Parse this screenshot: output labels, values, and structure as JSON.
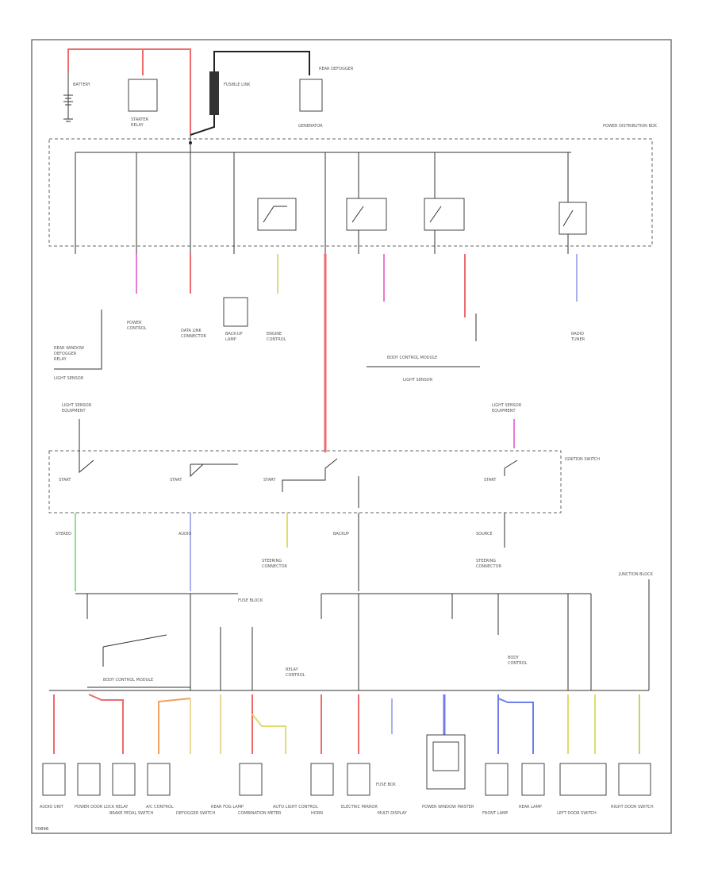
{
  "diagram": {
    "footer_code": "Y0896",
    "top_labels": {
      "battery": "BATTERY",
      "fusible_link": "FUSIBLE LINK",
      "generator": "GENERATOR",
      "engine_fuse_box": "POWER DISTRIBUTION BOX",
      "fuse_panel": "FUSE BOX",
      "ignition_switch": "IGNITION SWITCH",
      "body_control": "BODY CONTROL MODULE",
      "light_sub": "LIGHT SENSOR",
      "junction": "JUNCTION BLOCK"
    },
    "bottom_labels": [
      "AUDIO UNIT",
      "POWER DOOR LOCK RELAY",
      "BRAKE PEDAL SWITCH",
      "A/C CONTROL",
      "DEFOGGER SWITCH",
      "REAR FOG LAMP",
      "COMBINATION METER",
      "AUTO LIGHT CONTROL",
      "HORN",
      "ELECTRIC MIRROR",
      "MULTI DISPLAY",
      "POWER WINDOW MASTER",
      "FRONT LAMP",
      "REAR LAMP",
      "LEFT DOOR SWITCH",
      "RIGHT DOOR SWITCH"
    ]
  },
  "colors": {
    "red": "#ee6b6b",
    "pink": "#e87ad8",
    "yellow": "#dede6e",
    "green": "#8fe08f",
    "blue": "#6e7ee8",
    "light_blue": "#aab2ee",
    "orange": "#f0a060",
    "tan": "#e8d89a",
    "olive": "#b8d860"
  }
}
